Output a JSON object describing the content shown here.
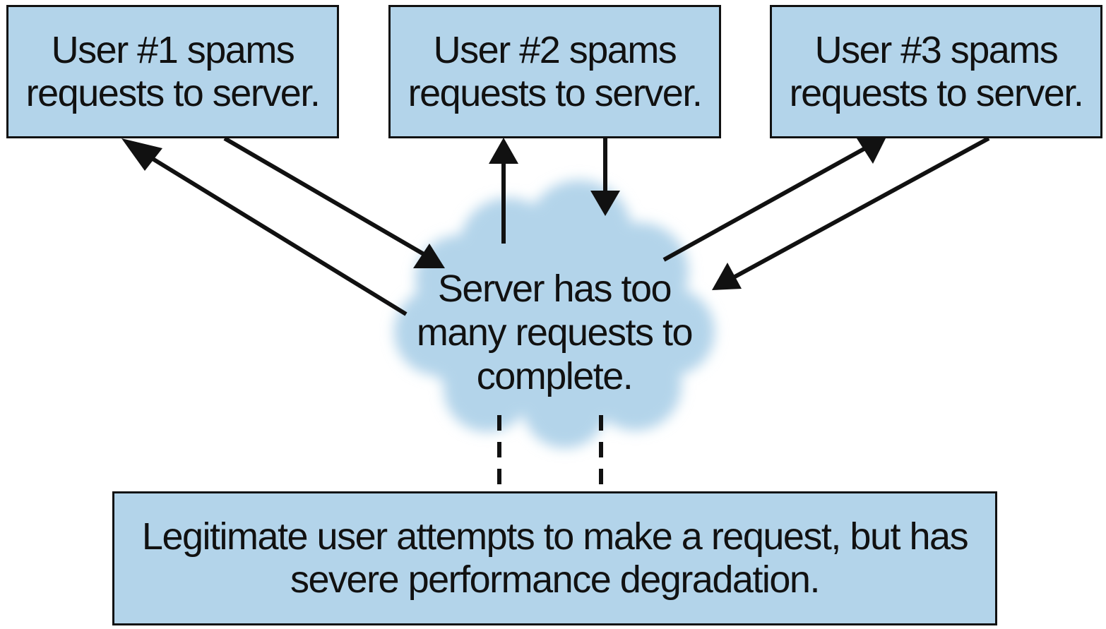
{
  "users": [
    {
      "label": "User #1 spams\nrequests to server."
    },
    {
      "label": "User #2 spams\nrequests to server."
    },
    {
      "label": "User #3 spams\nrequests to server."
    }
  ],
  "server": {
    "label": "Server has too\nmany requests to\ncomplete."
  },
  "legitimate_user": {
    "label": "Legitimate user attempts to make a request, but has\nsevere performance degradation."
  },
  "colors": {
    "box_fill": "#b3d4ea",
    "cloud_fill": "#b3d4ea",
    "stroke": "#111111"
  }
}
